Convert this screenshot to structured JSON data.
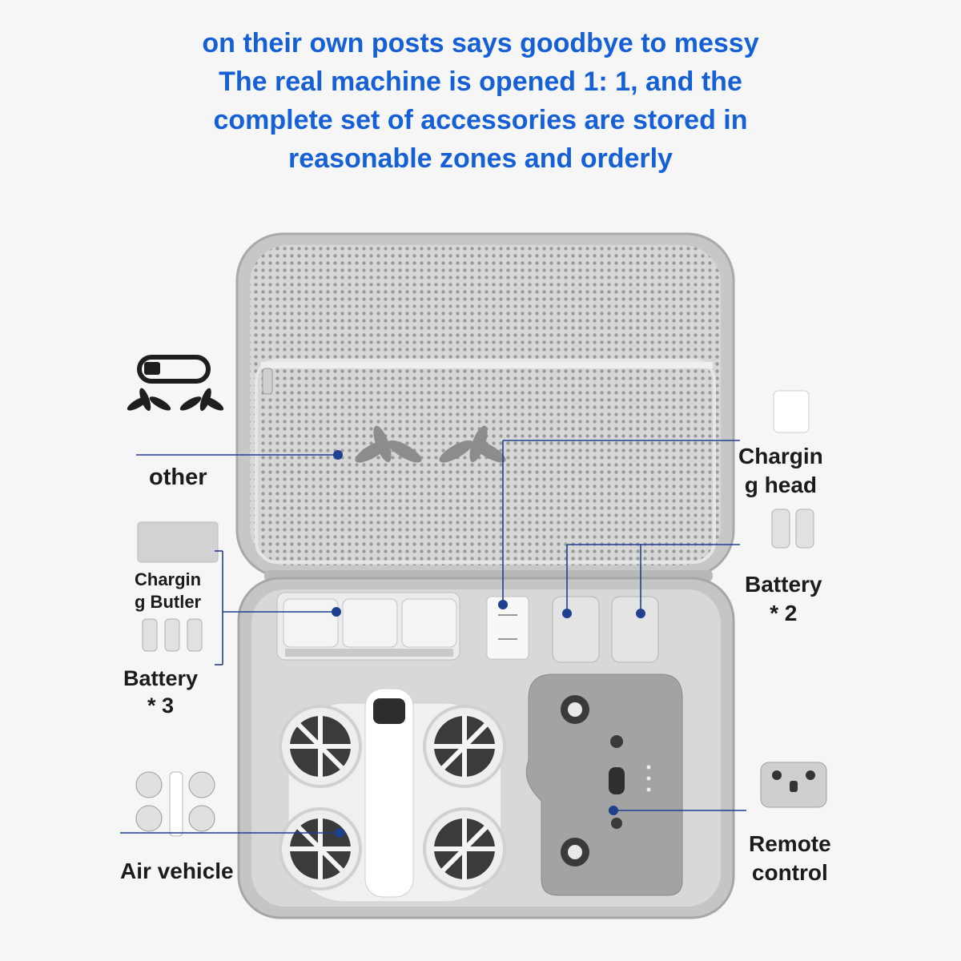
{
  "headline": [
    "on their own posts says goodbye to messy",
    "The real machine is opened 1: 1, and the",
    "complete set of accessories are stored in",
    "reasonable zones and orderly"
  ],
  "labels": {
    "other": "other",
    "charging_head": [
      "Chargin",
      "g head"
    ],
    "charging_butler": [
      "Chargin",
      "g Butler"
    ],
    "battery_3": [
      "Battery",
      "* 3"
    ],
    "battery_2": [
      "Battery",
      "* 2"
    ],
    "air_vehicle": "Air vehicle",
    "remote_control": [
      "Remote",
      "control"
    ]
  },
  "colors": {
    "headline": "#1560d6",
    "callout_line": "#1f3f8f",
    "case_shell": "#bdbdbd",
    "mesh": "#dcdcdc",
    "tray": "#d9d9d9"
  }
}
